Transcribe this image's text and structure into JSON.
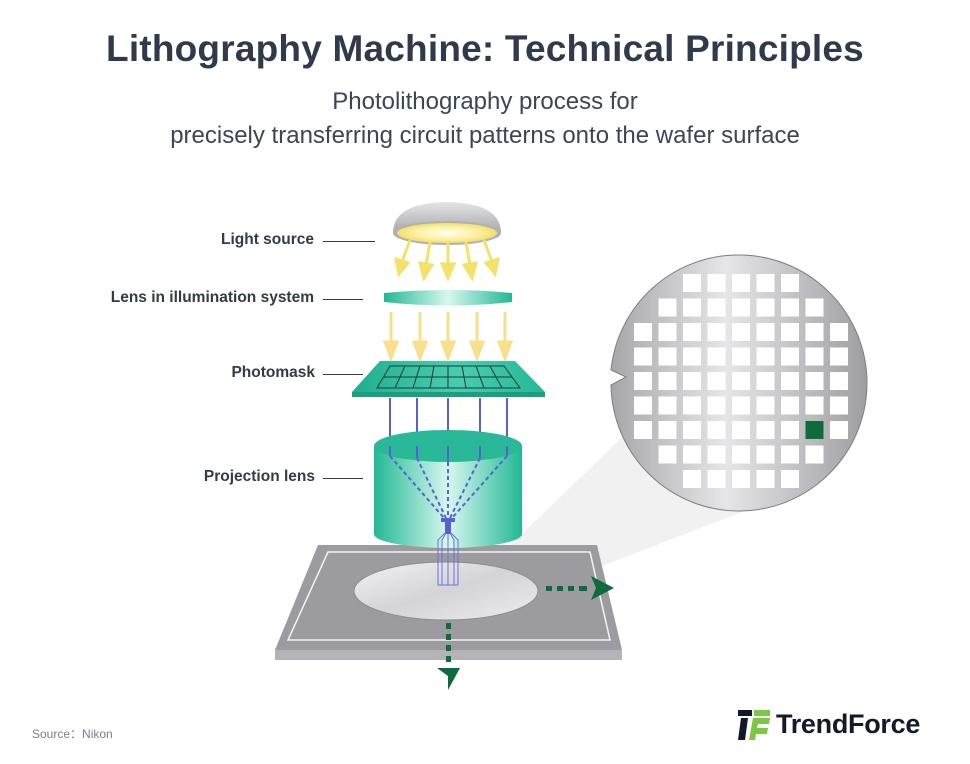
{
  "header": {
    "title": "Lithography Machine: Technical Principles",
    "subtitle_line1": "Photolithography process for",
    "subtitle_line2": "precisely transferring circuit patterns onto the wafer surface"
  },
  "diagram": {
    "labels": [
      {
        "id": "light-source",
        "text": "Light source"
      },
      {
        "id": "illumination-lens",
        "text": "Lens in illumination system"
      },
      {
        "id": "photomask",
        "text": "Photomask"
      },
      {
        "id": "projection-lens",
        "text": "Projection lens"
      }
    ],
    "colors": {
      "teal": "#2ec4a4",
      "teal_light": "#c9f4ea",
      "light_yellow": "#f3e47a",
      "beam_purple": "#5a5fd6",
      "stage_gray": "#9a9a9e",
      "arrow_green": "#0e6b3d",
      "highlight_die": "#0e6b3d"
    },
    "wafer_die_rows": [
      5,
      7,
      9,
      9,
      9,
      9,
      9,
      7,
      5
    ],
    "highlighted_die": {
      "row": 7,
      "col": 8
    }
  },
  "footer": {
    "source": "Source：Nikon",
    "brand": "TrendForce"
  }
}
